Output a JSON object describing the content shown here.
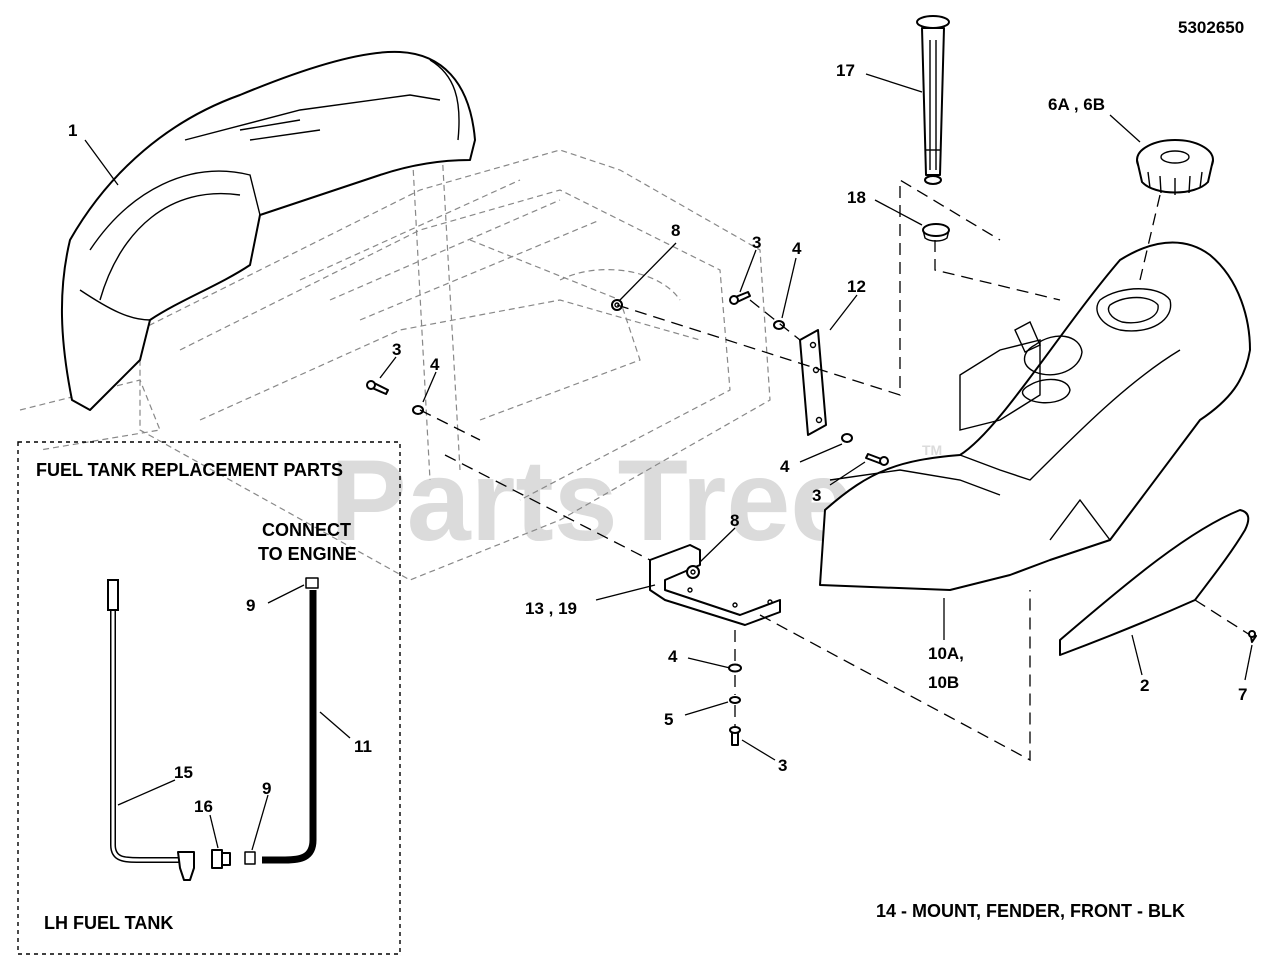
{
  "diagram_number": "5302650",
  "watermark": "PartsTree",
  "trademark": "TM",
  "inset": {
    "title": "FUEL TANK REPLACEMENT PARTS",
    "connect_line1": "CONNECT",
    "connect_line2": "TO ENGINE",
    "footer": "LH FUEL TANK"
  },
  "footnote": "14 - MOUNT, FENDER, FRONT - BLK",
  "callouts": {
    "c1": "1",
    "c2": "2",
    "c3a": "3",
    "c3b": "3",
    "c3c": "3",
    "c3d": "3",
    "c4a": "4",
    "c4b": "4",
    "c4c": "4",
    "c4d": "4",
    "c5": "5",
    "c6": "6A , 6B",
    "c7": "7",
    "c8a": "8",
    "c8b": "8",
    "c9a": "9",
    "c9b": "9",
    "c10_line1": "10A,",
    "c10_line2": "10B",
    "c11": "11",
    "c12": "12",
    "c13": "13 , 19",
    "c15": "15",
    "c16": "16",
    "c17": "17",
    "c18": "18"
  }
}
